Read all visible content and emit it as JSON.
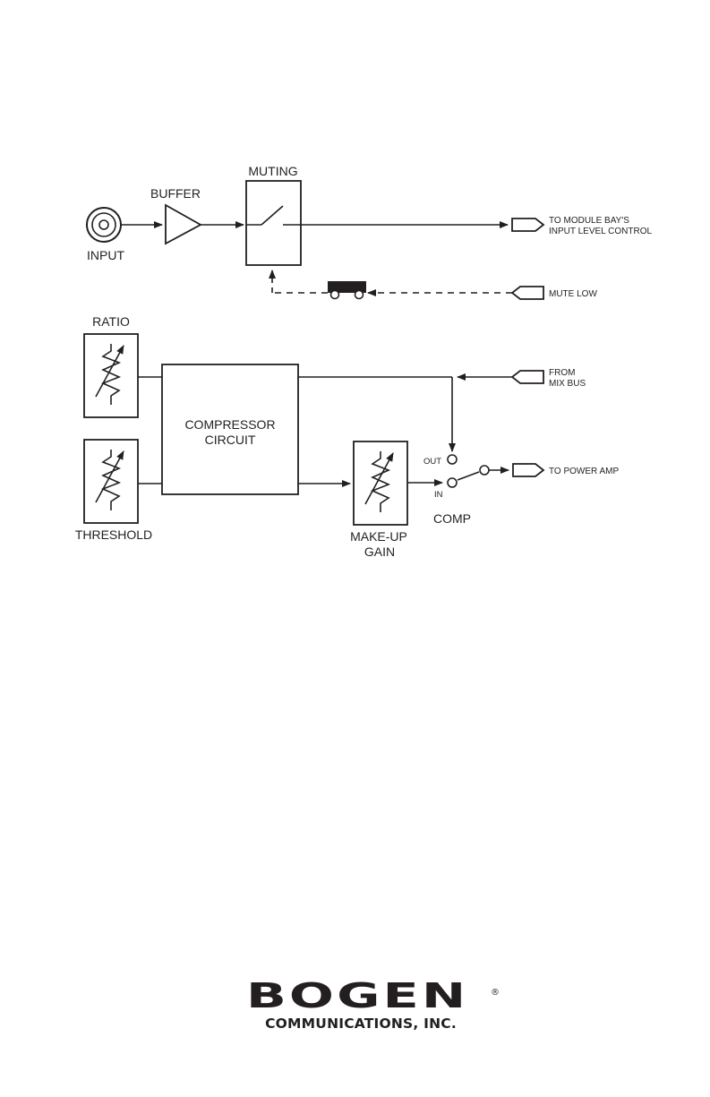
{
  "blocks": {
    "muting": "MUTING",
    "buffer": "BUFFER",
    "input": "INPUT",
    "ratio": "RATIO",
    "threshold": "THRESHOLD",
    "compressor_line1": "COMPRESSOR",
    "compressor_line2": "CIRCUIT",
    "makeup_line1": "MAKE-UP",
    "makeup_line2": "GAIN",
    "comp": "COMP",
    "out": "OUT",
    "in": "IN"
  },
  "connectors": {
    "module_bay_line1": "TO MODULE BAY'S",
    "module_bay_line2": "INPUT LEVEL CONTROL",
    "mute_low": "MUTE LOW",
    "from_line1": "FROM",
    "from_line2": "MIX BUS",
    "power_amp": "TO POWER AMP"
  },
  "logo": {
    "name": "BOGEN",
    "registered": "®",
    "subtitle": "COMMUNICATIONS, INC."
  },
  "icons": [
    "rca-jack-icon",
    "buffer-amplifier-icon",
    "switch-icon",
    "potentiometer-icon",
    "connector-arrow-icon",
    "jumper-icon"
  ]
}
